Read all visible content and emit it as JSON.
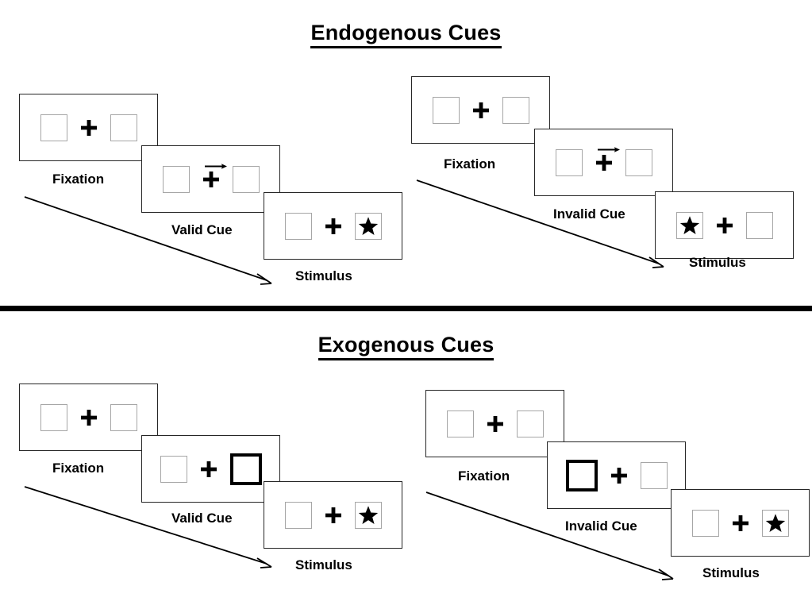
{
  "figure": {
    "title_endogenous": "Endogenous Cues",
    "title_exogenous": "Exogenous Cues",
    "background_color": "#ffffff",
    "ink_color": "#000000",
    "box_border_color": "#a6a6a6",
    "cued_box_border_color": "#000000",
    "panel_border_color": "#262626"
  },
  "labels": {
    "fixation": "Fixation",
    "valid_cue": "Valid Cue",
    "invalid_cue": "Invalid Cue",
    "stimulus": "Stimulus"
  },
  "icons": {
    "fixation_cross": "plus-cross-icon",
    "target": "star-icon",
    "endogenous_cue": "right-arrow-icon",
    "exogenous_cue": "thick-box-highlight-icon",
    "sequence_flow": "diagonal-arrow-icon"
  },
  "sequences": [
    {
      "id": "endogenous-valid",
      "section": "Endogenous Cues",
      "cue_type": "endogenous",
      "validity": "valid",
      "frames": [
        {
          "label": "Fixation",
          "cue": "none",
          "cue_side": "none",
          "target_side": "none"
        },
        {
          "label": "Valid Cue",
          "cue": "arrow-right",
          "cue_side": "right",
          "target_side": "none"
        },
        {
          "label": "Stimulus",
          "cue": "none",
          "cue_side": "none",
          "target_side": "right"
        }
      ]
    },
    {
      "id": "endogenous-invalid",
      "section": "Endogenous Cues",
      "cue_type": "endogenous",
      "validity": "invalid",
      "frames": [
        {
          "label": "Fixation",
          "cue": "none",
          "cue_side": "none",
          "target_side": "none"
        },
        {
          "label": "Invalid Cue",
          "cue": "arrow-right",
          "cue_side": "right",
          "target_side": "none"
        },
        {
          "label": "Stimulus",
          "cue": "none",
          "cue_side": "none",
          "target_side": "left"
        }
      ]
    },
    {
      "id": "exogenous-valid",
      "section": "Exogenous Cues",
      "cue_type": "exogenous",
      "validity": "valid",
      "frames": [
        {
          "label": "Fixation",
          "cue": "none",
          "cue_side": "none",
          "target_side": "none"
        },
        {
          "label": "Valid Cue",
          "cue": "box-flash",
          "cue_side": "right",
          "target_side": "none"
        },
        {
          "label": "Stimulus",
          "cue": "none",
          "cue_side": "none",
          "target_side": "right"
        }
      ]
    },
    {
      "id": "exogenous-invalid",
      "section": "Exogenous Cues",
      "cue_type": "exogenous",
      "validity": "invalid",
      "frames": [
        {
          "label": "Fixation",
          "cue": "none",
          "cue_side": "none",
          "target_side": "none"
        },
        {
          "label": "Invalid Cue",
          "cue": "box-flash",
          "cue_side": "left",
          "target_side": "none"
        },
        {
          "label": "Stimulus",
          "cue": "none",
          "cue_side": "none",
          "target_side": "right"
        }
      ]
    }
  ]
}
